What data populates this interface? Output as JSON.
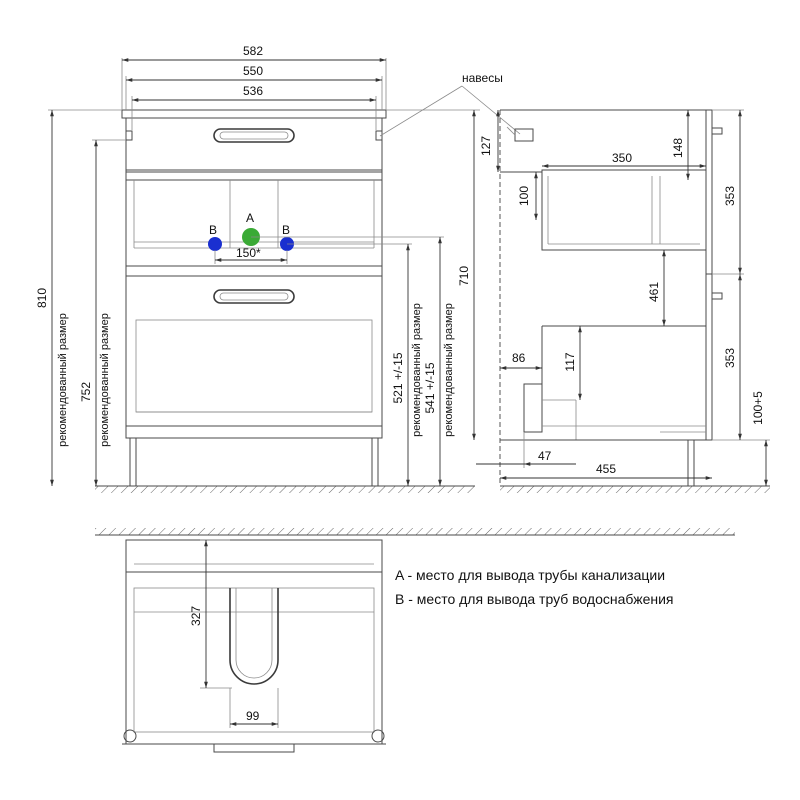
{
  "labels": {
    "hinges": "навесы",
    "recommended_size": "рекомендованный размер",
    "point_a": "A",
    "point_b": "B"
  },
  "dimensions": {
    "width_582": "582",
    "width_550": "550",
    "width_536": "536",
    "height_810": "810",
    "height_752": "752",
    "height_710": "710",
    "height_521": "521 +/-15",
    "height_541": "541 +/-15",
    "spacing_150": "150*",
    "side_127": "127",
    "side_148": "148",
    "side_350": "350",
    "side_100": "100",
    "side_353_top": "353",
    "side_461": "461",
    "side_86": "86",
    "side_117": "117",
    "side_353_bottom": "353",
    "side_100_5": "100+5",
    "side_47": "47",
    "side_455": "455",
    "plan_327": "327",
    "plan_99": "99"
  },
  "legend": {
    "a_text": "A - место для вывода трубы канализации",
    "b_text": "B - место для вывода труб водоснабжения"
  },
  "colors": {
    "point_a": "#3aaa35",
    "point_b": "#1a2fd0"
  }
}
